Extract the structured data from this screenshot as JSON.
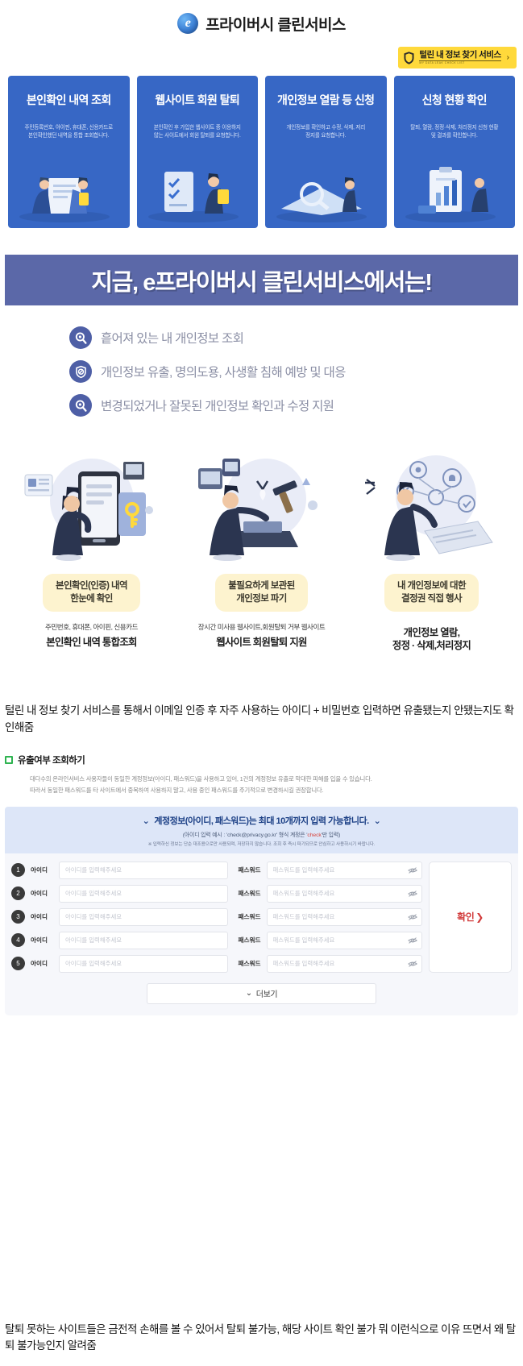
{
  "header": {
    "brand_letter": "e",
    "brand_name": "프라이버시 클린서비스",
    "cta": {
      "label": "털린 내 정보 찾기 서비스",
      "sub": "MY DATA LEAK CHECK LIST",
      "caret": "›",
      "icon": "shield-icon",
      "color": "#ffd93b"
    }
  },
  "cards": [
    {
      "title": "본인확인 내역 조회",
      "desc": "주민등록번호, 아이핀, 휴대폰, 신용카드로\n본인확인했던 내역을 통합 조회합니다.",
      "illustration": "person-with-document-icon"
    },
    {
      "title": "웹사이트 회원 탈퇴",
      "desc": "본인확인 후 가입한 웹사이트 중 이용하지\n않는 사이트에서 회원 탈퇴를 요청합니다.",
      "illustration": "person-with-checklist-icon"
    },
    {
      "title": "개인정보 열람 등 신청",
      "desc": "개인정보를 확인하고 수정, 삭제, 저리\n정지를 요청합니다.",
      "illustration": "magnifier-document-icon"
    },
    {
      "title": "신청 현황 확인",
      "desc": "탈퇴, 열람, 정정·삭제, 처리정지 신청 현황\n및 결과를 확인합니다.",
      "illustration": "clipboard-chart-icon"
    }
  ],
  "banner": {
    "text": "지금, e프라이버시 클린서비스에서는!",
    "bg": "#5b68a8"
  },
  "bullets": [
    {
      "icon": "magnifier-icon",
      "text": "흩어져 있는 내 개인정보 조회"
    },
    {
      "icon": "shield-block-icon",
      "text": "개인정보 유출, 명의도용, 사생활 침해 예방 및 대응"
    },
    {
      "icon": "magnifier-icon",
      "text": "변경되었거나 잘못된 개인정보 확인과 수정 지원"
    }
  ],
  "panels": [
    {
      "art": "person-phone-key-illustration",
      "badge": "본인확인(인증) 내역\n한눈에 확인",
      "caption_small": "주민번호, 휴대폰, 아이핀, 신용카드",
      "caption_big": "본인확인 내역 통합조회"
    },
    {
      "art": "person-hammer-devices-illustration",
      "badge": "불필요하게 보관된\n개인정보 파기",
      "caption_small": "장시간 미사용 웹사이트,회원탈퇴 거부 웹사이트",
      "caption_big": "웹사이트 회원탈퇴 지원"
    },
    {
      "art": "person-tablet-network-illustration",
      "badge": "내 개인정보에 대한\n결정권 직접 행사",
      "caption_small": "",
      "caption_big": "개인정보 열람,\n정정 · 삭제,처리정지"
    }
  ],
  "annotations": {
    "top": "털린 내 정보 찾기 서비스를  통해서 이메일 인증 후 자주 사용하는 아이디 + 비밀번호 입력하면 유출됐는지 안됐는지도 확인해줌",
    "bottom": "탈퇴 못하는 사이트들은 금전적 손해를 볼 수 있어서 탈퇴 불가능, 해당 사이트 확인 불가 뭐 이런식으로 이유 뜨면서 왜 탈퇴 불가능인지 알려줌"
  },
  "leak_form": {
    "heading": "유출여부 조회하기",
    "heading_marker_color": "#2eb350",
    "note_line1": "대다수의 온라인서비스 사용자들이 동일한 계정정보(아이디, 패스워드)을 사용하고 있어, 1건의 계정정보 유출로 막대한 피해를 입을 수 있습니다.",
    "note_line2": "따라서 동일한 패스워드를 타 사이트에서 중복하여 사용하지 말고, 사용 중인 패스워드를 주기적으로 변경하시길 권장합니다.",
    "notice": {
      "chevron_left": "⌄",
      "chevron_right": "⌄",
      "main": "계정정보(아이디, 패스워드)는 최대 10개까지 입력 가능합니다.",
      "sub_prefix": "(아이디 입력 예시 : 'check@privacy.go.kr' 형식 계정은 '",
      "sub_highlight": "check",
      "sub_suffix": "'만 입력)",
      "fine": "※ 입력하신 정보는 단순 대조용으로만 사용되며, 저장하지 않습니다. 조회 후 즉시 파기되므로 안심하고 사용하시기 바랍니다."
    },
    "column_labels": {
      "id": "아이디",
      "password": "패스워드"
    },
    "id_placeholder": "아이디를 입력해주세요",
    "password_placeholder": "패스워드를 입력해주세요",
    "eye_icon": "eye-off-icon",
    "rows": [
      {
        "num": "1",
        "id_value": "",
        "pw_value": ""
      },
      {
        "num": "2",
        "id_value": "",
        "pw_value": ""
      },
      {
        "num": "3",
        "id_value": "",
        "pw_value": ""
      },
      {
        "num": "4",
        "id_value": "",
        "pw_value": ""
      },
      {
        "num": "5",
        "id_value": "",
        "pw_value": ""
      }
    ],
    "confirm_label": "확인",
    "confirm_caret": "❯",
    "confirm_color": "#d23c3c",
    "more_label": "더보기",
    "more_caret": "⌄"
  }
}
